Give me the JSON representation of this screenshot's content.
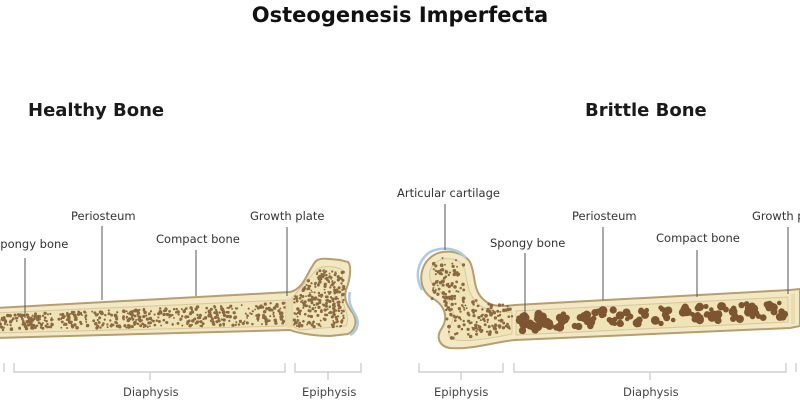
{
  "title": "Osteogenesis Imperfecta",
  "colors": {
    "bone_fill": "#f3e8c4",
    "bone_inner": "#efe3b8",
    "bone_outline": "#b89d6f",
    "spongy_dot": "#8a6a3e",
    "brittle_dot": "#7d5530",
    "cartilage": "#a9cde6",
    "leader_line": "#555555",
    "bracket": "#c8c8c8"
  },
  "healthy": {
    "heading": "Healthy Bone",
    "labels": {
      "spongy_bone": "Spongy bone",
      "periosteum": "Periosteum",
      "compact_bone": "Compact bone",
      "growth_plate": "Growth plate"
    },
    "segments": {
      "diaphysis": "Diaphysis",
      "epiphysis": "Epiphysis"
    }
  },
  "brittle": {
    "heading": "Brittle Bone",
    "labels": {
      "articular_cartilage": "Articular cartilage",
      "spongy_bone": "Spongy bone",
      "periosteum": "Periosteum",
      "compact_bone": "Compact bone",
      "growth_plate": "Growth p"
    },
    "segments": {
      "epiphysis": "Epiphysis",
      "diaphysis": "Diaphysis"
    }
  }
}
